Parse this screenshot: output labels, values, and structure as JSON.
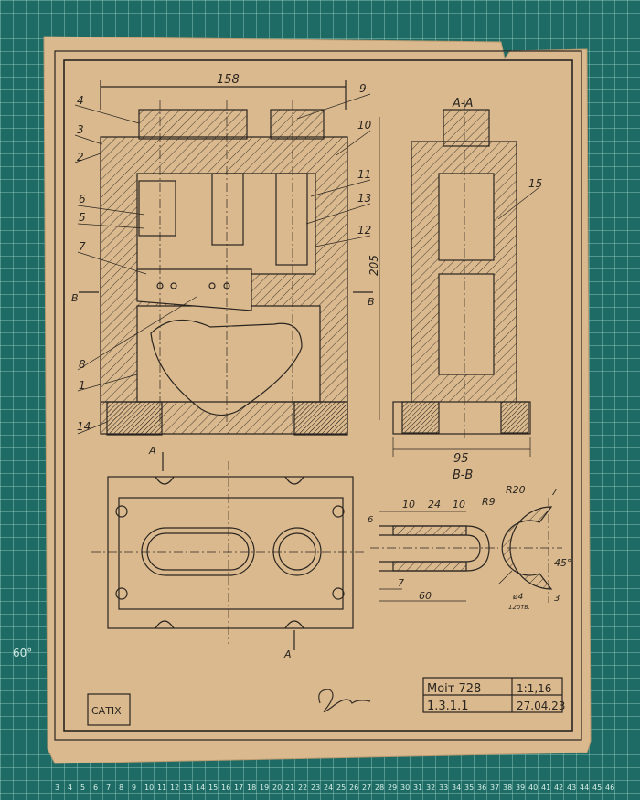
{
  "mat": {
    "angle_label": "60°",
    "ruler_numbers": [
      "3",
      "4",
      "5",
      "6",
      "7",
      "8",
      "9",
      "10",
      "11",
      "12",
      "13",
      "14",
      "15",
      "16",
      "17",
      "18",
      "19",
      "20",
      "21",
      "22",
      "23",
      "24",
      "25",
      "26",
      "27",
      "28",
      "29",
      "30",
      "31",
      "32",
      "33",
      "34",
      "35",
      "36",
      "37",
      "38",
      "39",
      "40",
      "41",
      "42",
      "43",
      "44",
      "45",
      "46"
    ]
  },
  "drawing": {
    "part_callouts": [
      "4",
      "3",
      "2",
      "6",
      "5",
      "7",
      "8",
      "1",
      "14",
      "9",
      "10",
      "11",
      "13",
      "12",
      "15"
    ],
    "dim_width": "158",
    "dim_height": "205",
    "dim_side_width": "95",
    "section_aa": "A-A",
    "section_bb": "B-B",
    "cut_a": "A",
    "cut_b": "B",
    "spring_dims": [
      "10",
      "24",
      "10",
      "R9",
      "6",
      "7",
      "60"
    ],
    "ring_dims": [
      "R20",
      "7",
      "45°",
      "ø4",
      "12отв.",
      "3"
    ]
  },
  "title_block": {
    "designation": "Моіт 728",
    "scale": "1:1,16",
    "code": "1.3.1.1",
    "date": "27.04.23"
  },
  "stamp": "САТІХ",
  "colors": {
    "paper": "#d9b98d",
    "ink": "#2b2520",
    "mat": "#1d6b64"
  }
}
